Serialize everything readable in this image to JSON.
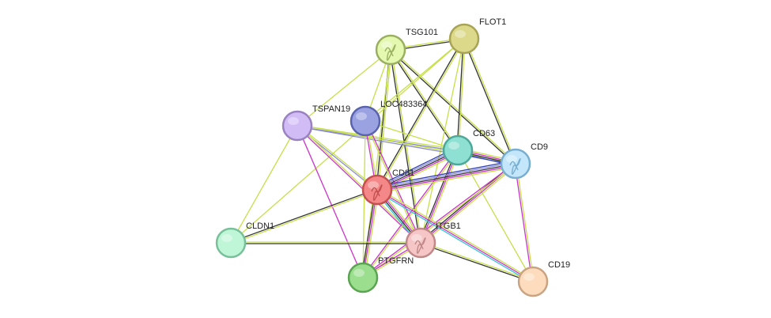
{
  "colors": {
    "textmining": "#c7e04a",
    "coexpression": "#333333",
    "experiments": "#cc33cc",
    "database": "#33c6d6",
    "homology": "#8a8ad6",
    "cooccurrence": "#3040b8",
    "fusion": "#e03030"
  },
  "nodes": [
    {
      "id": "TSG101",
      "label": "TSG101",
      "fill": "#e4f8b0",
      "stroke": "#9ab060",
      "icon": "protein-structure-icon"
    },
    {
      "id": "FLOT1",
      "label": "FLOT1",
      "fill": "#dcd98a",
      "stroke": "#a8a456",
      "icon": ""
    },
    {
      "id": "TSPAN19",
      "label": "TSPAN19",
      "fill": "#d2bcf6",
      "stroke": "#9a82c0",
      "icon": ""
    },
    {
      "id": "LOC483364",
      "label": "LOC483364",
      "fill": "#9aa2e2",
      "stroke": "#5a64ae",
      "icon": ""
    },
    {
      "id": "CD63",
      "label": "CD63",
      "fill": "#8ee0d2",
      "stroke": "#4ea89a",
      "icon": ""
    },
    {
      "id": "CD9",
      "label": "CD9",
      "fill": "#c4e6fa",
      "stroke": "#78aed0",
      "icon": "protein-structure-icon"
    },
    {
      "id": "CD81",
      "label": "CD81",
      "fill": "#f48888",
      "stroke": "#c45050",
      "icon": "protein-structure-icon"
    },
    {
      "id": "CLDN1",
      "label": "CLDN1",
      "fill": "#bff6d8",
      "stroke": "#78c09a",
      "icon": ""
    },
    {
      "id": "ITGB1",
      "label": "ITGB1",
      "fill": "#f6c6c6",
      "stroke": "#c08888",
      "icon": "protein-structure-icon"
    },
    {
      "id": "PTGFRN",
      "label": "PTGFRN",
      "fill": "#9ade8e",
      "stroke": "#5aa452",
      "icon": ""
    },
    {
      "id": "CD19",
      "label": "CD19",
      "fill": "#fcdcbc",
      "stroke": "#caa482",
      "icon": ""
    }
  ],
  "edges": [
    {
      "source": "TSG101",
      "target": "FLOT1",
      "types": [
        "textmining",
        "coexpression"
      ]
    },
    {
      "source": "TSG101",
      "target": "TSPAN19",
      "types": [
        "textmining"
      ]
    },
    {
      "source": "TSG101",
      "target": "LOC483364",
      "types": [
        "textmining"
      ]
    },
    {
      "source": "TSG101",
      "target": "CD63",
      "types": [
        "textmining",
        "coexpression"
      ]
    },
    {
      "source": "TSG101",
      "target": "CD9",
      "types": [
        "textmining",
        "coexpression"
      ]
    },
    {
      "source": "TSG101",
      "target": "CD81",
      "types": [
        "textmining",
        "coexpression"
      ]
    },
    {
      "source": "TSG101",
      "target": "ITGB1",
      "types": [
        "textmining",
        "coexpression"
      ]
    },
    {
      "source": "TSG101",
      "target": "PTGFRN",
      "types": [
        "textmining"
      ]
    },
    {
      "source": "FLOT1",
      "target": "CD63",
      "types": [
        "textmining",
        "coexpression"
      ]
    },
    {
      "source": "FLOT1",
      "target": "CD9",
      "types": [
        "textmining",
        "coexpression"
      ]
    },
    {
      "source": "FLOT1",
      "target": "CD81",
      "types": [
        "textmining",
        "coexpression"
      ]
    },
    {
      "source": "FLOT1",
      "target": "LOC483364",
      "types": [
        "textmining"
      ]
    },
    {
      "source": "FLOT1",
      "target": "CLDN1",
      "types": [
        "textmining"
      ]
    },
    {
      "source": "FLOT1",
      "target": "ITGB1",
      "types": [
        "textmining"
      ]
    },
    {
      "source": "TSPAN19",
      "target": "CD63",
      "types": [
        "textmining",
        "homology"
      ]
    },
    {
      "source": "TSPAN19",
      "target": "CD9",
      "types": [
        "textmining",
        "homology"
      ]
    },
    {
      "source": "TSPAN19",
      "target": "CD81",
      "types": [
        "textmining",
        "homology"
      ]
    },
    {
      "source": "TSPAN19",
      "target": "CLDN1",
      "types": [
        "textmining"
      ]
    },
    {
      "source": "TSPAN19",
      "target": "ITGB1",
      "types": [
        "textmining",
        "experiments"
      ]
    },
    {
      "source": "TSPAN19",
      "target": "PTGFRN",
      "types": [
        "experiments"
      ]
    },
    {
      "source": "LOC483364",
      "target": "CD63",
      "types": [
        "textmining"
      ]
    },
    {
      "source": "LOC483364",
      "target": "CD81",
      "types": [
        "textmining",
        "experiments"
      ]
    },
    {
      "source": "LOC483364",
      "target": "ITGB1",
      "types": [
        "experiments",
        "textmining"
      ]
    },
    {
      "source": "LOC483364",
      "target": "PTGFRN",
      "types": [
        "textmining"
      ]
    },
    {
      "source": "CD63",
      "target": "CD9",
      "types": [
        "textmining",
        "experiments",
        "coexpression",
        "cooccurrence"
      ]
    },
    {
      "source": "CD63",
      "target": "CD81",
      "types": [
        "textmining",
        "experiments",
        "coexpression",
        "homology",
        "cooccurrence"
      ]
    },
    {
      "source": "CD63",
      "target": "ITGB1",
      "types": [
        "textmining",
        "experiments",
        "coexpression"
      ]
    },
    {
      "source": "CD63",
      "target": "PTGFRN",
      "types": [
        "textmining",
        "experiments"
      ]
    },
    {
      "source": "CD63",
      "target": "CD19",
      "types": [
        "textmining"
      ]
    },
    {
      "source": "CD9",
      "target": "CD81",
      "types": [
        "textmining",
        "experiments",
        "coexpression",
        "homology",
        "cooccurrence"
      ]
    },
    {
      "source": "CD9",
      "target": "ITGB1",
      "types": [
        "textmining",
        "experiments",
        "coexpression"
      ]
    },
    {
      "source": "CD9",
      "target": "PTGFRN",
      "types": [
        "textmining",
        "experiments"
      ]
    },
    {
      "source": "CD9",
      "target": "CD19",
      "types": [
        "textmining",
        "experiments"
      ]
    },
    {
      "source": "CD81",
      "target": "CLDN1",
      "types": [
        "textmining",
        "coexpression"
      ]
    },
    {
      "source": "CD81",
      "target": "ITGB1",
      "types": [
        "textmining",
        "experiments",
        "coexpression",
        "database"
      ]
    },
    {
      "source": "CD81",
      "target": "PTGFRN",
      "types": [
        "textmining",
        "experiments",
        "coexpression"
      ]
    },
    {
      "source": "CD81",
      "target": "CD19",
      "types": [
        "textmining",
        "experiments",
        "database"
      ]
    },
    {
      "source": "CLDN1",
      "target": "ITGB1",
      "types": [
        "textmining",
        "coexpression"
      ]
    },
    {
      "source": "ITGB1",
      "target": "PTGFRN",
      "types": [
        "textmining",
        "experiments"
      ]
    },
    {
      "source": "ITGB1",
      "target": "CD19",
      "types": [
        "textmining",
        "coexpression"
      ]
    }
  ]
}
